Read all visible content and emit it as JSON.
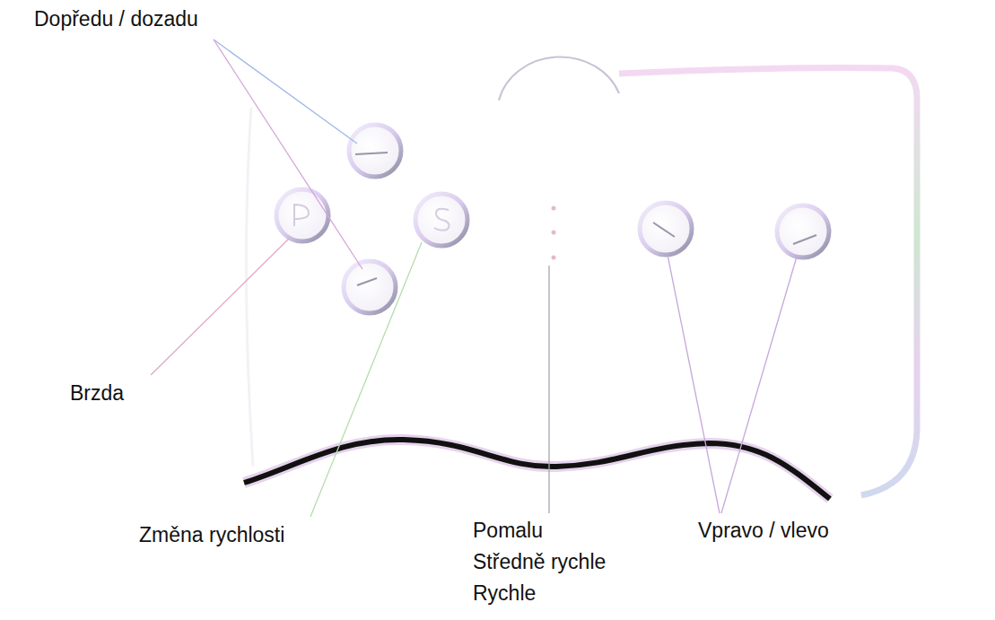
{
  "diagram": {
    "labels": [
      "Dopředu / dozadu",
      "Brzda",
      "Změna rychlosti",
      "Pomalu",
      "Středně rychle",
      "Rychle",
      "Vpravo / vlevo"
    ]
  }
}
